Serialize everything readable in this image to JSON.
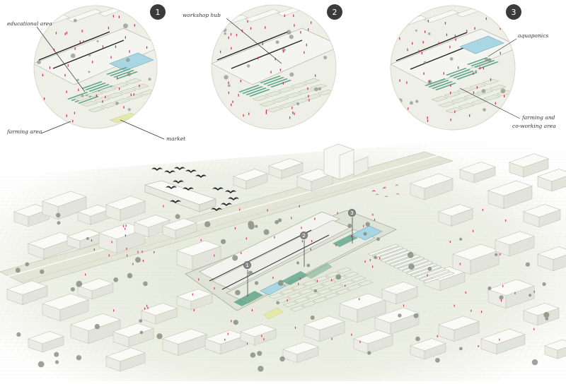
{
  "zooms": [
    {
      "number": "1",
      "labels": {
        "a": "educational area",
        "b": "farming area",
        "c": "market"
      }
    },
    {
      "number": "2",
      "labels": {
        "a": "workshop hub"
      }
    },
    {
      "number": "3",
      "labels": {
        "a": "aquaponics",
        "b": "farming and",
        "c": "co-working area"
      }
    }
  ],
  "site_markers": [
    "1",
    "2",
    "3"
  ],
  "colors": {
    "greenhouse": "#5fa58a",
    "pool": "#a9d6e3",
    "people": "#d2366e",
    "ground": "#e6e9dc",
    "building": "#f3f3ef"
  }
}
